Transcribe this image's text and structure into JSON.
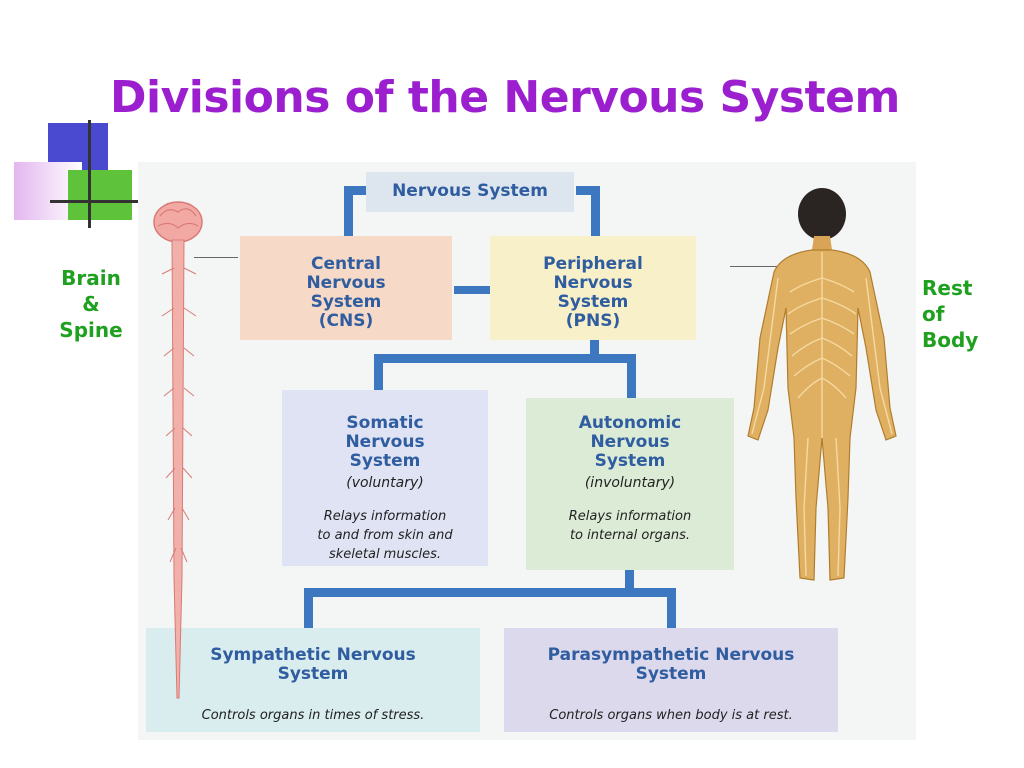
{
  "slide": {
    "title": "Divisions of the Nervous System",
    "left_label": [
      "Brain",
      "&",
      "Spine"
    ],
    "right_label": [
      "Rest",
      "of",
      "Body"
    ]
  },
  "diagram": {
    "root": {
      "title": "Nervous System"
    },
    "cns": {
      "title": [
        "Central",
        "Nervous",
        "System",
        "(CNS)"
      ]
    },
    "pns": {
      "title": [
        "Peripheral",
        "Nervous",
        "System",
        "(PNS)"
      ]
    },
    "somatic": {
      "title": [
        "Somatic",
        "Nervous",
        "System"
      ],
      "subtitle": "(voluntary)",
      "description": [
        "Relays information",
        "to and from skin and",
        "skeletal muscles."
      ]
    },
    "autonomic": {
      "title": [
        "Autonomic",
        "Nervous",
        "System"
      ],
      "subtitle": "(involuntary)",
      "description": [
        "Relays information",
        "to internal organs."
      ]
    },
    "sympathetic": {
      "title": [
        "Sympathetic Nervous",
        "System"
      ],
      "description": "Controls organs in times of stress."
    },
    "parasympathetic": {
      "title": [
        "Parasympathetic Nervous",
        "System"
      ],
      "description": "Controls organs when body is at rest."
    }
  },
  "colors": {
    "title": "#9b1fcf",
    "side_label": "#1fa01f",
    "connector": "#3c77c0",
    "box_title": "#2f5da0",
    "root_bg": "#dde6ef",
    "cns_bg": "#f6d9c6",
    "pns_bg": "#f8f0c8",
    "somatic_bg": "#dfe3f3",
    "autonomic_bg": "#dcebd6",
    "sympathetic_bg": "#d9ecee",
    "parasympathetic_bg": "#dcd9ec"
  },
  "icons": [
    "spinal-cord-illustration",
    "human-body-nerves-illustration",
    "slide-decoration-squares"
  ]
}
